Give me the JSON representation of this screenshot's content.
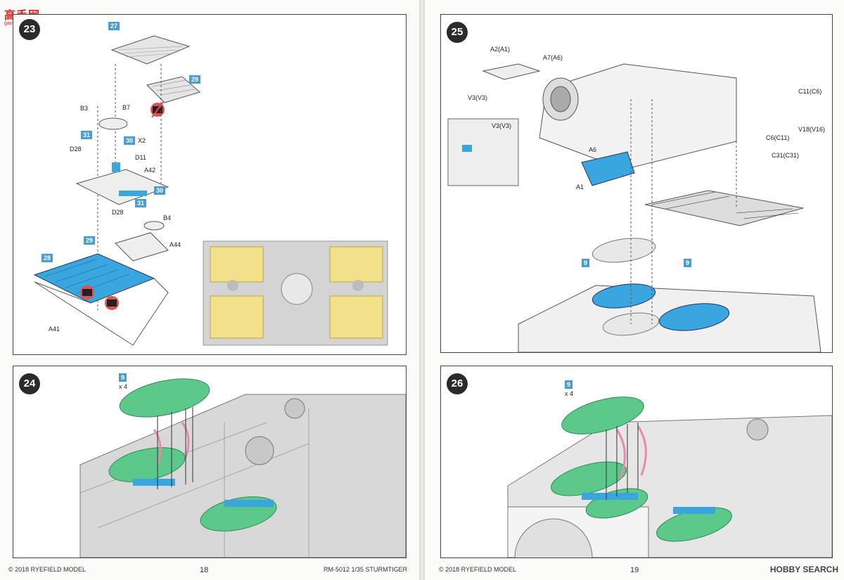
{
  "watermark": {
    "main": "高手网",
    "sub": "gao-shou.com"
  },
  "pages": [
    {
      "copyright": "© 2018 RYEFIELD MODEL",
      "page_number": "18",
      "product": "RM-5012 1/35 STURMTIGER"
    },
    {
      "copyright": "© 2018 RYEFIELD MODEL",
      "page_number": "19"
    }
  ],
  "steps": {
    "s23": {
      "number": "23",
      "labels": [
        "B3",
        "B7",
        "X2",
        "D28",
        "D11",
        "A42",
        "D28",
        "B4",
        "A44",
        "A41"
      ],
      "tags": [
        "27",
        "29",
        "31",
        "30",
        "30",
        "31",
        "28",
        "29"
      ]
    },
    "s24": {
      "number": "24",
      "tag": "9",
      "qty": "x 4"
    },
    "s25": {
      "number": "25",
      "labels": [
        "A2(A1)",
        "A7(A6)",
        "V3(V3)",
        "V3(V3)",
        "C11(C6)",
        "V18(V16)",
        "C6(C11)",
        "A6",
        "C31(C31)",
        "A1"
      ],
      "tags": [
        "9",
        "9"
      ]
    },
    "s26": {
      "number": "26",
      "tag": "9",
      "qty": "x 4"
    }
  },
  "brand": "HOBBY SEARCH",
  "colors": {
    "tag_blue": "#4a9cd4",
    "shell_green": "#5cc98a",
    "part_blue": "#3aa6e0",
    "etch_yellow": "#f2e08a",
    "clamp_pink": "#e889b0"
  }
}
